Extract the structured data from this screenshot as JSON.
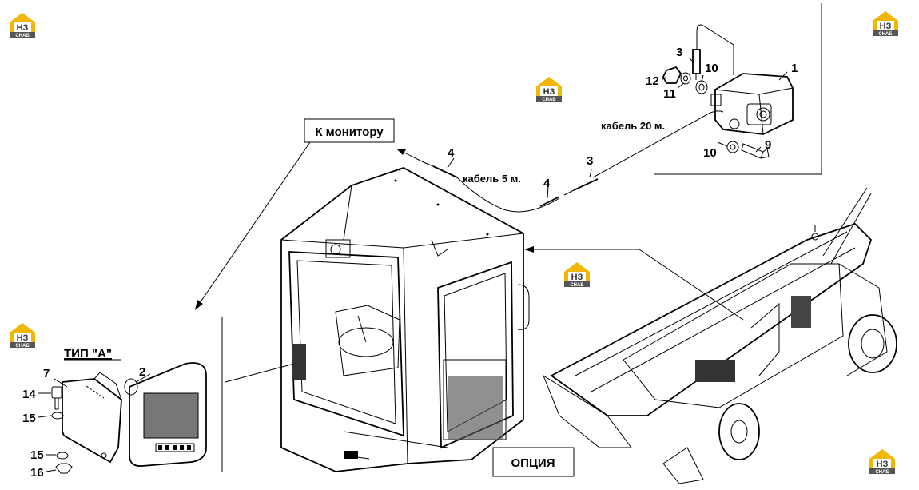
{
  "logo": {
    "main": "НЗ",
    "sub": "СНАБ"
  },
  "labels": {
    "to_monitor": "К монитору",
    "cable_5": "кабель 5 м.",
    "cable_20": "кабель 20 м.",
    "type_a": "ТИП \"А\"",
    "option": "ОПЦИЯ"
  },
  "callouts": {
    "p1": "1",
    "p2": "2",
    "p3a": "3",
    "p3b": "3",
    "p4a": "4",
    "p4b": "4",
    "p7": "7",
    "p9": "9",
    "p10a": "10",
    "p10b": "10",
    "p11": "11",
    "p12": "12",
    "p14": "14",
    "p15a": "15",
    "p15b": "15",
    "p16": "16"
  }
}
